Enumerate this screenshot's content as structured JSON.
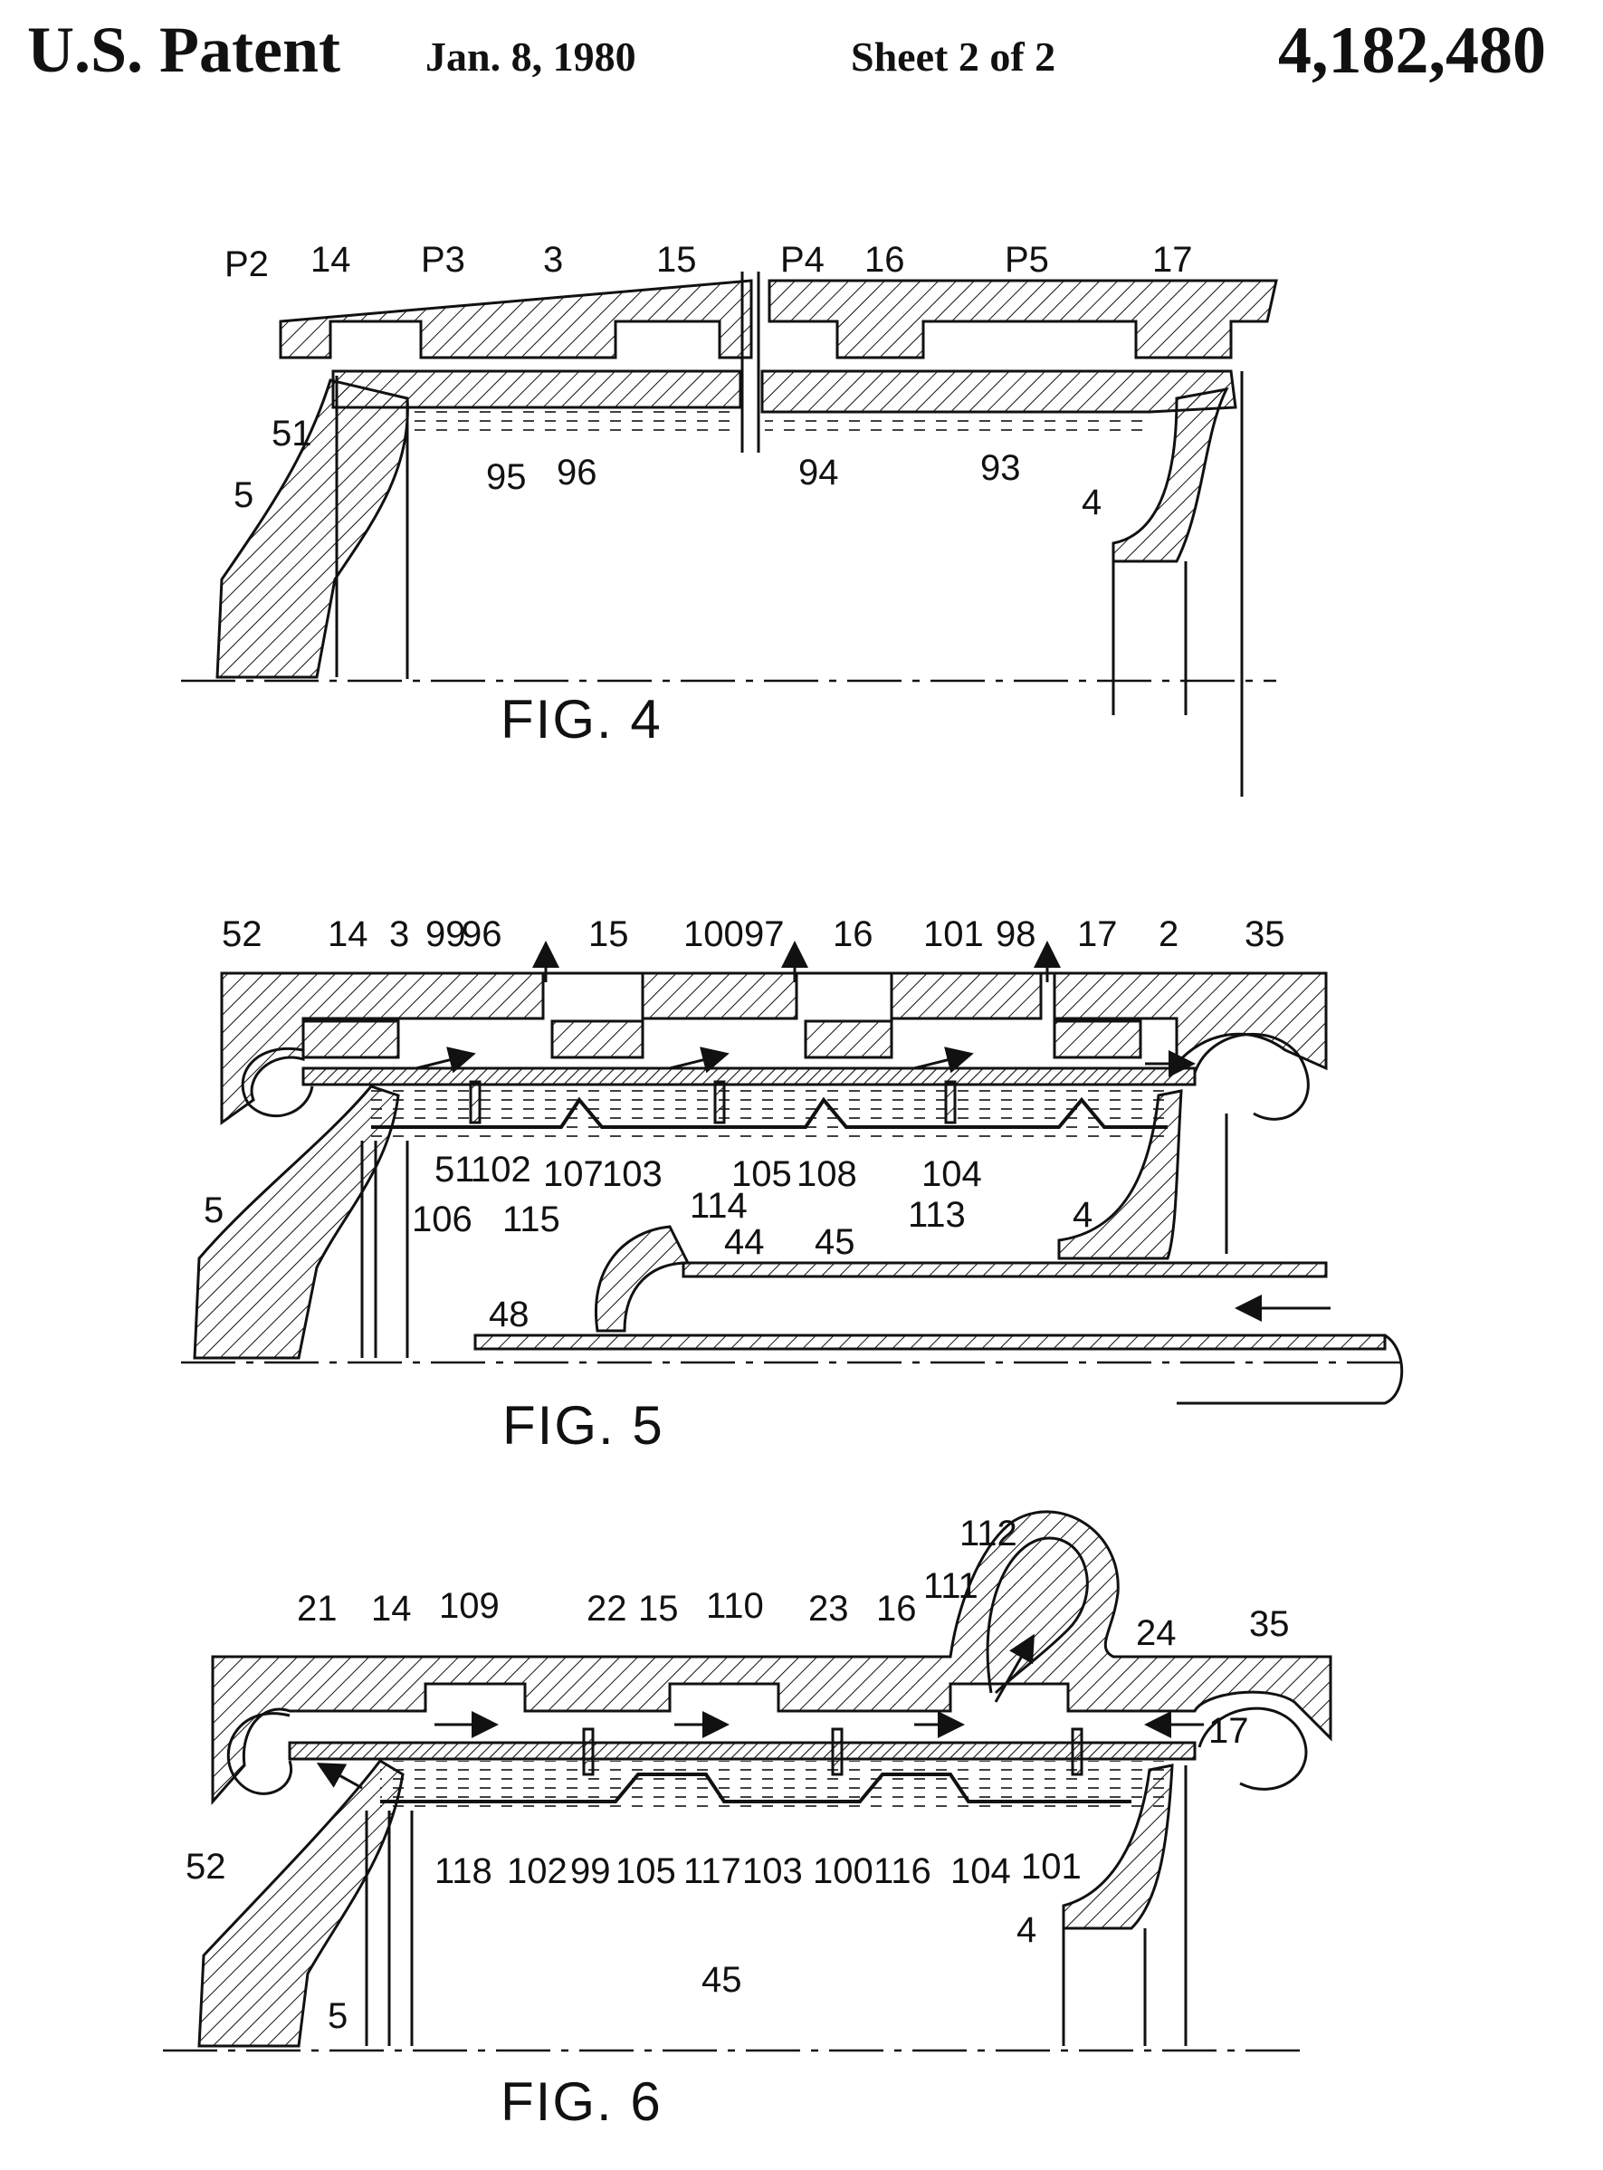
{
  "header": {
    "patent_label": "U.S. Patent",
    "date": "Jan. 8, 1980",
    "sheet": "Sheet 2 of 2",
    "patent_number": "4,182,480"
  },
  "fig4": {
    "caption": "FIG. 4",
    "labels": {
      "p2": "P2",
      "n14": "14",
      "p3": "P3",
      "n3": "3",
      "n15": "15",
      "p4": "P4",
      "n16": "16",
      "p5": "P5",
      "n17": "17",
      "n51": "51",
      "n5": "5",
      "n95": "95",
      "n96": "96",
      "n94": "94",
      "n93": "93",
      "n4": "4"
    }
  },
  "fig5": {
    "caption": "FIG. 5",
    "labels": {
      "n52": "52",
      "n14": "14",
      "n3": "3",
      "n99": "99",
      "n96": "96",
      "n15": "15",
      "n100": "100",
      "n97": "97",
      "n16": "16",
      "n101": "101",
      "n98": "98",
      "n17": "17",
      "n2": "2",
      "n35": "35",
      "n5": "5",
      "n51": "51",
      "n102": "102",
      "n106": "106",
      "n115": "115",
      "n107": "107",
      "n103": "103",
      "n114": "114",
      "n105": "105",
      "n108": "108",
      "n104": "104",
      "n113": "113",
      "n4": "4",
      "n44": "44",
      "n45": "45",
      "n48": "48"
    }
  },
  "fig6": {
    "caption": "FIG. 6",
    "labels": {
      "n112": "112",
      "n21": "21",
      "n14": "14",
      "n109": "109",
      "n22": "22",
      "n15": "15",
      "n110": "110",
      "n23": "23",
      "n16": "16",
      "n111": "111",
      "n24": "24",
      "n35": "35",
      "n17": "17",
      "n52": "52",
      "n118": "118",
      "n102": "102",
      "n99": "99",
      "n105": "105",
      "n117": "117",
      "n103": "103",
      "n100": "100",
      "n116": "116",
      "n104": "104",
      "n101": "101",
      "n4": "4",
      "n45": "45",
      "n5": "5"
    }
  }
}
